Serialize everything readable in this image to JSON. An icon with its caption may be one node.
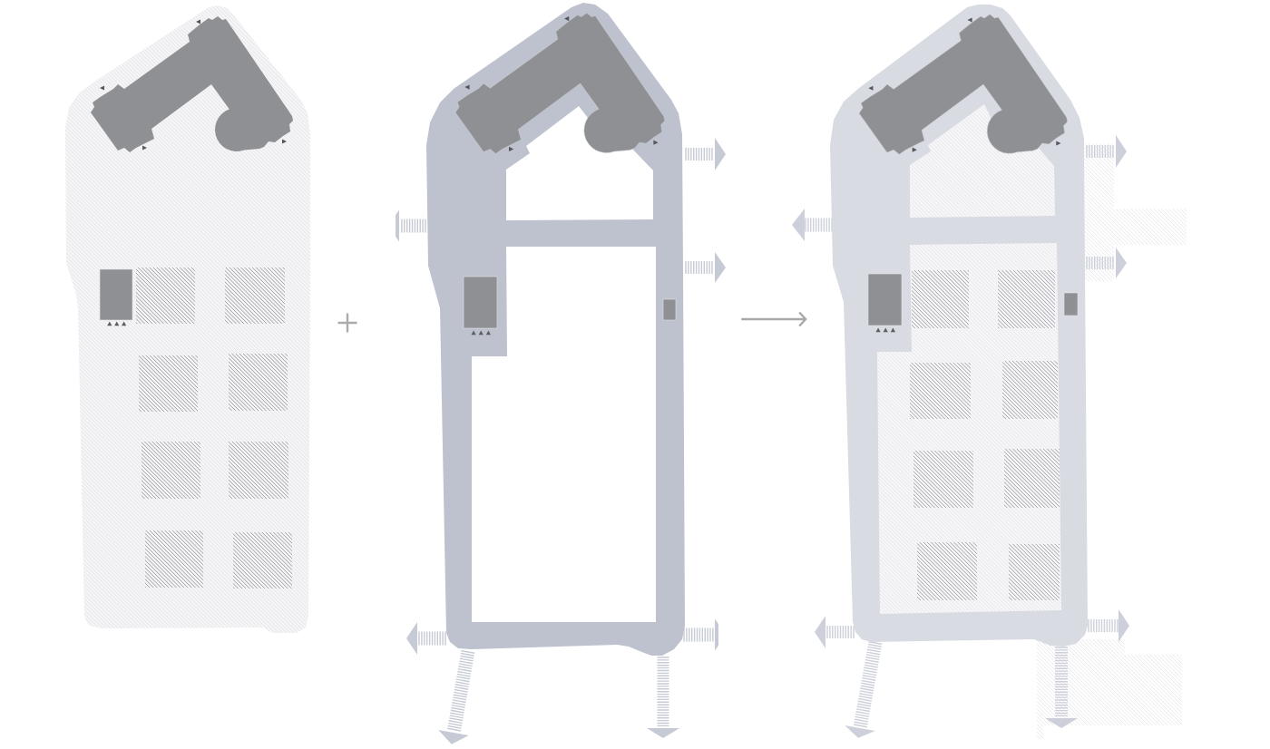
{
  "diagram": {
    "nodes": [
      {
        "text": [],
        "shape": "picture"
      },
      {
        "text": [],
        "shape": "picture"
      },
      {
        "text": [],
        "shape": "picture"
      }
    ],
    "edges": [
      {
        "from": 1,
        "to": 2,
        "arrow": "to"
      }
    ]
  }
}
